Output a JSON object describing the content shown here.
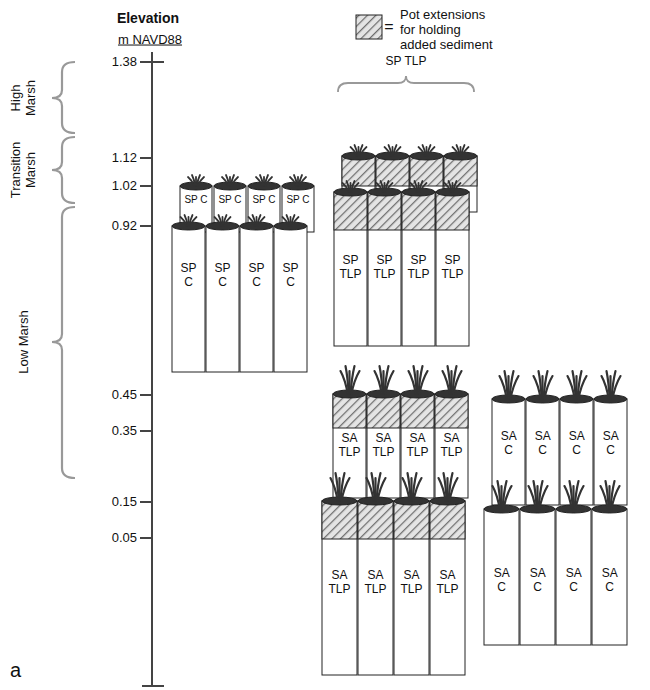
{
  "diagram": {
    "nodes": [
      {
        "text": [
          "SP C"
        ]
      },
      {
        "text": [
          "SP C"
        ]
      },
      {
        "text": [
          "SP C"
        ]
      },
      {
        "text": [
          "SP C"
        ]
      },
      {
        "text": [
          "SP C"
        ]
      },
      {
        "text": [
          "SP C"
        ]
      },
      {
        "text": [
          "SP C"
        ]
      },
      {
        "text": [
          "SP C"
        ]
      },
      {
        "text": [
          "SP TLP"
        ]
      },
      {
        "text": [
          "SP TLP"
        ]
      },
      {
        "text": [
          "SP TLP"
        ]
      },
      {
        "text": [
          "SP TLP"
        ]
      },
      {
        "text": [
          "SA TLP"
        ]
      },
      {
        "text": [
          "SA TLP"
        ]
      },
      {
        "text": [
          "SA TLP"
        ]
      },
      {
        "text": [
          "SA TLP"
        ]
      },
      {
        "text": [
          "SA TLP"
        ]
      },
      {
        "text": [
          "SA TLP"
        ]
      },
      {
        "text": [
          "SA TLP"
        ]
      },
      {
        "text": [
          "SA TLP"
        ]
      },
      {
        "text": [
          "SA C"
        ]
      },
      {
        "text": [
          "SA C"
        ]
      },
      {
        "text": [
          "SA C"
        ]
      },
      {
        "text": [
          "SA C"
        ]
      },
      {
        "text": [
          "SA C"
        ]
      },
      {
        "text": [
          "SA C"
        ]
      },
      {
        "text": [
          "SA C"
        ]
      },
      {
        "text": [
          "SA C"
        ]
      }
    ],
    "labels": [
      "Elevation",
      "m NAVD88",
      "1.38",
      "1.12",
      "1.02",
      "0.92",
      "0.45",
      "0.35",
      "0.15",
      "0.05",
      "High Marsh",
      "Transition Marsh",
      "Low Marsh",
      "SP TLP",
      "=",
      "a"
    ],
    "legend": [
      {
        "text": "Pot extensions for holding added sediment"
      }
    ]
  }
}
